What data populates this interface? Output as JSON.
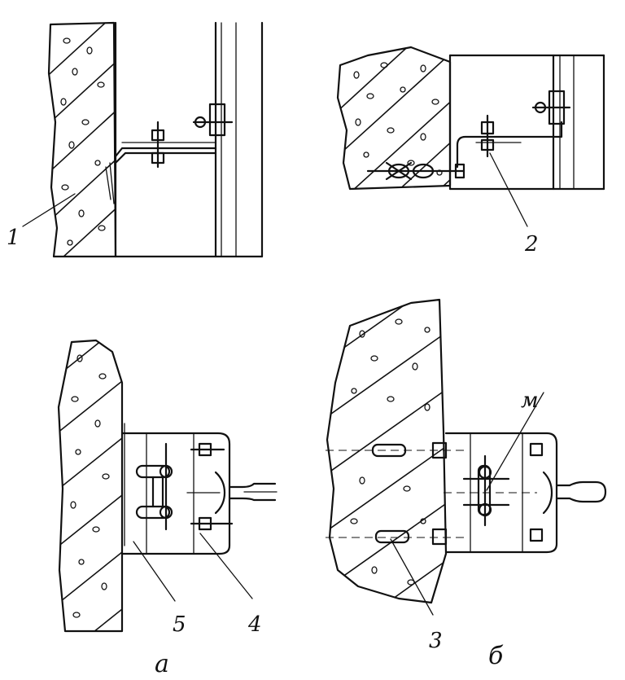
{
  "figure": {
    "callouts": {
      "c1": "1",
      "c2": "2",
      "c3": "3",
      "c4": "4",
      "c5": "5"
    },
    "subfigures": {
      "a": "а",
      "b": "б"
    },
    "marker_m": "м"
  }
}
